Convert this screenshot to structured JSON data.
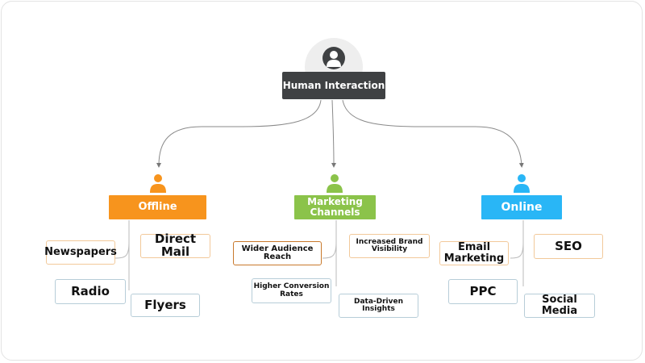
{
  "root": {
    "label": "Human Interaction",
    "icon": "user-icon"
  },
  "categories": [
    {
      "label": "Offline",
      "color": "#f7941d",
      "icon": "user-icon",
      "items": [
        "Newspapers",
        "Direct Mail",
        "Radio",
        "Flyers"
      ]
    },
    {
      "label": "Marketing Channels",
      "color": "#8bc34a",
      "icon": "user-icon",
      "items": [
        "Wider Audience Reach",
        "Increased Brand Visibility",
        "Higher Conversion Rates",
        "Data-Driven Insights"
      ]
    },
    {
      "label": "Online",
      "color": "#29b6f6",
      "icon": "user-icon",
      "items": [
        "Email Marketing",
        "SEO",
        "PPC",
        "Social Media"
      ]
    }
  ],
  "colors": {
    "root": "#3f4143",
    "connector": "#8a8a8a"
  }
}
